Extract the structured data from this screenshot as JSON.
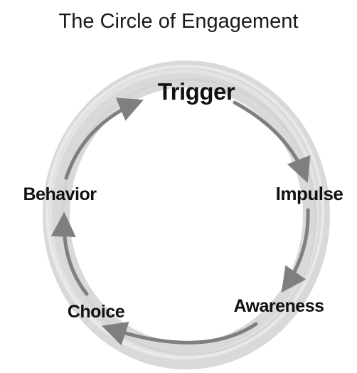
{
  "title": "The Circle of Engagement",
  "stages": {
    "trigger": "Trigger",
    "impulse": "Impulse",
    "awareness": "Awareness",
    "choice": "Choice",
    "behavior": "Behavior"
  },
  "colors": {
    "ring": "#d9d9d9",
    "arrow": "#7f7f7f",
    "text": "#111111"
  }
}
